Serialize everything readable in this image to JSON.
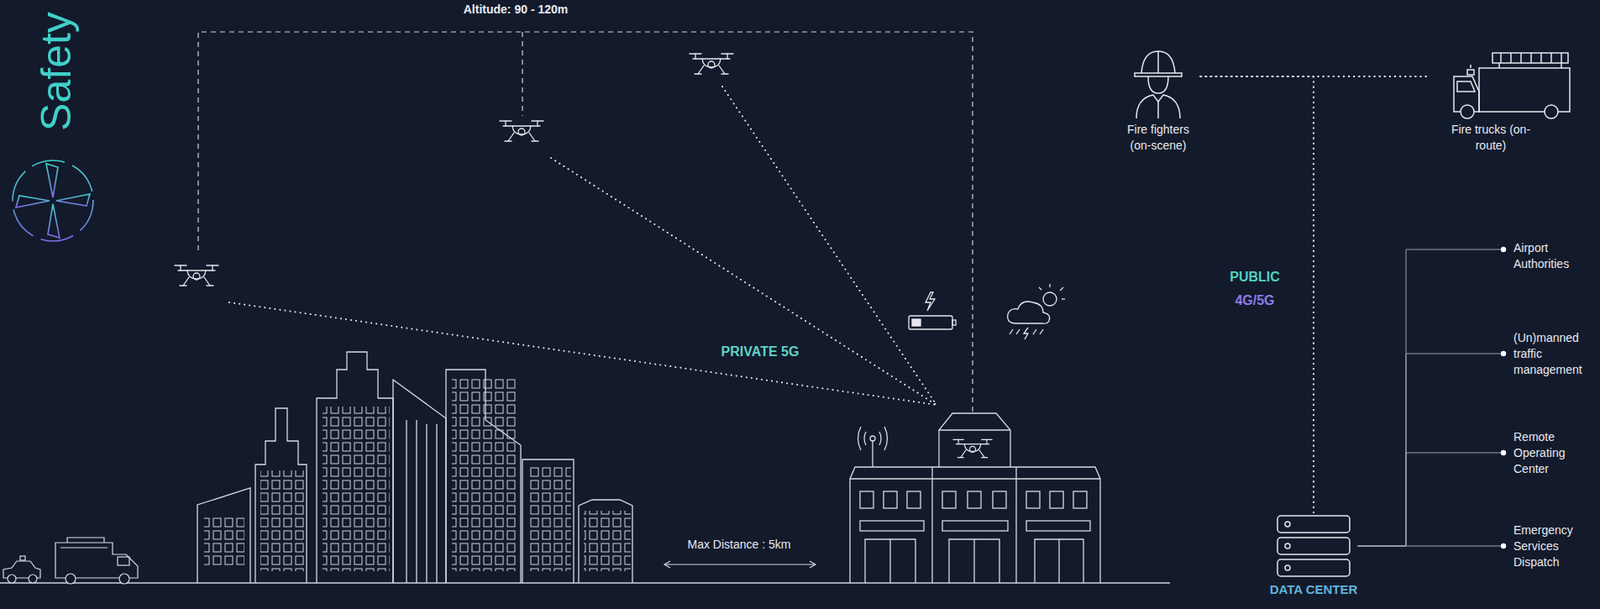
{
  "diagram": {
    "nodes": [
      {
        "text": [
          "Fire fighters (on-scene)"
        ]
      },
      {
        "text": [
          "Fire trucks (on-route)"
        ]
      },
      {
        "text": [
          "DATA CENTER"
        ]
      },
      {
        "text": [
          "Airport Authorities"
        ]
      },
      {
        "text": [
          "(Un)manned traffic management"
        ]
      },
      {
        "text": [
          "Remote Operating Center"
        ]
      },
      {
        "text": [
          "Emergency Services Dispatch"
        ]
      }
    ],
    "edges": [
      {
        "from": 0,
        "to": 1,
        "arrow": "none"
      },
      {
        "from": 2,
        "to": 0,
        "arrow": "none"
      },
      {
        "from": 2,
        "to": 1,
        "arrow": "none"
      },
      {
        "from": 2,
        "to": 3,
        "arrow": "none"
      },
      {
        "from": 2,
        "to": 4,
        "arrow": "none"
      },
      {
        "from": 2,
        "to": 5,
        "arrow": "none"
      },
      {
        "from": 2,
        "to": 6,
        "arrow": "none"
      }
    ],
    "labels": [
      "Safety",
      "Altitude: 90 - 120m",
      "PRIVATE 5G",
      "PUBLIC",
      "4G/5G",
      "Max Distance : 5km"
    ]
  }
}
